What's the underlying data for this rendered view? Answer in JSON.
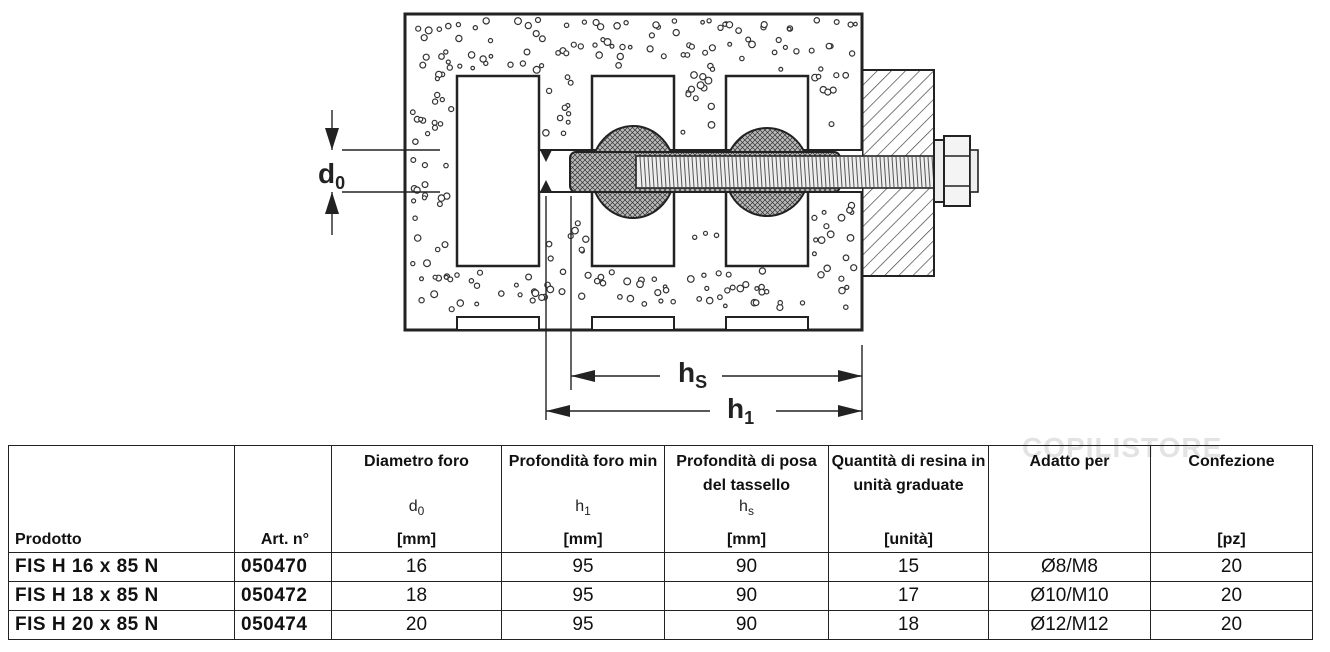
{
  "drawing": {
    "dim_d0": "d",
    "dim_d0_sub": "0",
    "dim_hs": "h",
    "dim_hs_sub": "S",
    "dim_h1": "h",
    "dim_h1_sub": "1"
  },
  "watermark": "COPILISTORE",
  "table": {
    "headers": {
      "product": "Prodotto",
      "art": "Art. n°",
      "diam_title": "Diametro foro",
      "diam_sym": "d",
      "diam_sym_sub": "0",
      "diam_unit": "[mm]",
      "depth_title": "Profondità foro min",
      "depth_sym": "h",
      "depth_sym_sub": "1",
      "depth_unit": "[mm]",
      "posa_title_1": "Profondità di posa",
      "posa_title_2": "del tassello",
      "posa_sym": "h",
      "posa_sym_sub": "s",
      "posa_unit": "[mm]",
      "resin_title_1": "Quantità di resina in",
      "resin_title_2": "unità graduate",
      "resin_unit": "[unità]",
      "fit_title": "Adatto per",
      "pack_title": "Confezione",
      "pack_unit": "[pz]"
    },
    "rows": [
      {
        "product": "FIS H 16 x 85 N",
        "art": "050470",
        "diam": "16",
        "depth": "95",
        "posa": "90",
        "resin": "15",
        "fit": "Ø8/M8",
        "pack": "20"
      },
      {
        "product": "FIS H 18 x 85 N",
        "art": "050472",
        "diam": "18",
        "depth": "95",
        "posa": "90",
        "resin": "17",
        "fit": "Ø10/M10",
        "pack": "20"
      },
      {
        "product": "FIS H 20 x 85 N",
        "art": "050474",
        "diam": "20",
        "depth": "95",
        "posa": "90",
        "resin": "18",
        "fit": "Ø12/M12",
        "pack": "20"
      }
    ]
  }
}
